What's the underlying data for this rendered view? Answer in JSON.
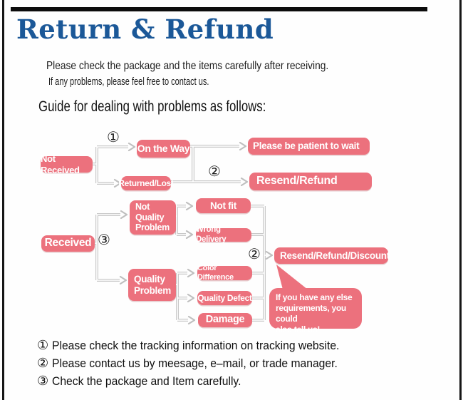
{
  "header": {
    "title": "Return & Refund"
  },
  "intro": {
    "line1": "Please check the package and the items carefully after receiving.",
    "line2": "If any problems, please feel free to contact us.",
    "guide_heading": "Guide for dealing with problems as follows:"
  },
  "flow": {
    "nodes": {
      "not_received": "Not Received",
      "on_the_way": "On the Way",
      "returned_lost": "Returned/Lost",
      "patient_wait": "Please be patient to wait",
      "resend_refund": "Resend/Refund",
      "received": "Received",
      "not_quality_problem": "Not\nQuality\nProblem",
      "not_fit": "Not fit",
      "wrong_delivery": "Wrong Delivery",
      "quality_problem": "Quality\nProblem",
      "color_difference": "Color Difference",
      "quality_defect": "Quality Defect",
      "damage": "Damage",
      "resend_refund_discount": "Resend/Refund/Discount",
      "note_bubble": "If you have any else\nrequirements, you could\nalso tell us!"
    },
    "markers": {
      "step1": "①",
      "step2_top": "②",
      "step3": "③",
      "step2_bottom": "②"
    }
  },
  "footnotes": [
    {
      "marker": "①",
      "text": "Please check the tracking information on tracking website."
    },
    {
      "marker": "②",
      "text": "Please contact us by meesage, e–mail, or trade manager."
    },
    {
      "marker": "③",
      "text": "Check the package and Item carefully."
    }
  ],
  "colors": {
    "accent_blue": "#1b5898",
    "node_pink": "#ec717d",
    "connector_gray": "#c8c8c8",
    "frame_black": "#161616",
    "text_dark": "#1d1d1d"
  }
}
